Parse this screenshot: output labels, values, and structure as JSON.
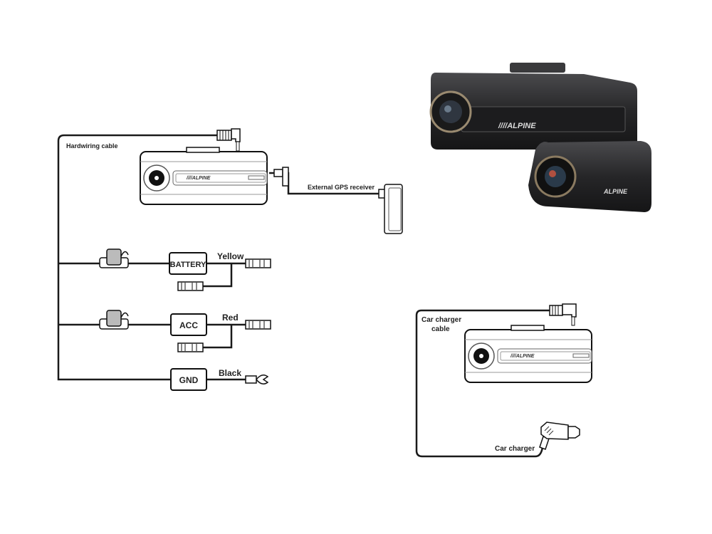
{
  "labels": {
    "hardwiring_cable": "Hardwiring cable",
    "external_gps": "External GPS receiver",
    "battery": "BATTERY",
    "yellow": "Yellow",
    "acc": "ACC",
    "red": "Red",
    "gnd": "GND",
    "black": "Black",
    "car_charger_cable_1": "Car charger",
    "car_charger_cable_2": "cable",
    "car_charger": "Car charger"
  },
  "brand": "ALPINE",
  "colors": {
    "line": "#1a1a1a",
    "camera_body": "#2b2b2d"
  }
}
